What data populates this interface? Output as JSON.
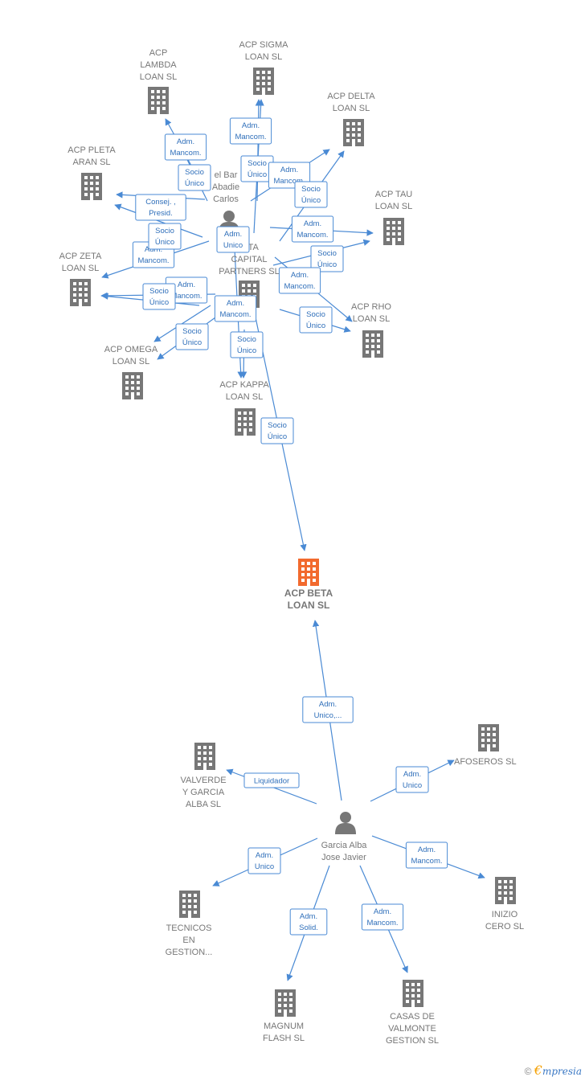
{
  "colors": {
    "edge": "#4a8ad4",
    "label_text": "#2f6fba",
    "node": "#777777",
    "main_node": "#f26a2e",
    "node_text": "#777777"
  },
  "nodes": [
    {
      "id": "beta",
      "label": [
        "ACP BETA",
        "LOAN  SL"
      ],
      "kind": "company",
      "main": true
    },
    {
      "id": "lambda",
      "label": [
        "ACP",
        "LAMBDA",
        "LOAN  SL"
      ],
      "kind": "company"
    },
    {
      "id": "sigma",
      "label": [
        "ACP SIGMA",
        "LOAN  SL"
      ],
      "kind": "company"
    },
    {
      "id": "delta",
      "label": [
        "ACP DELTA",
        "LOAN  SL"
      ],
      "kind": "company"
    },
    {
      "id": "pleta",
      "label": [
        "ACP PLETA",
        "ARAN  SL"
      ],
      "kind": "company"
    },
    {
      "id": "tau",
      "label": [
        "ACP TAU",
        "LOAN  SL"
      ],
      "kind": "company"
    },
    {
      "id": "zeta",
      "label": [
        "ACP ZETA",
        "LOAN  SL"
      ],
      "kind": "company"
    },
    {
      "id": "rho",
      "label": [
        "ACP RHO",
        "LOAN  SL"
      ],
      "kind": "company"
    },
    {
      "id": "omega",
      "label": [
        "ACP OMEGA",
        "LOAN  SL"
      ],
      "kind": "company"
    },
    {
      "id": "kappa",
      "label": [
        "ACP KAPPA",
        "LOAN  SL"
      ],
      "kind": "company"
    },
    {
      "id": "vista",
      "label": [
        "ISTA",
        "CAPITAL",
        "PARTNERS  SL"
      ],
      "kind": "company"
    },
    {
      "id": "bar",
      "label": [
        "el Bar",
        "Abadie",
        "Carlos"
      ],
      "kind": "person"
    },
    {
      "id": "garcia",
      "label": [
        "Garcia Alba",
        "Jose Javier"
      ],
      "kind": "person"
    },
    {
      "id": "valverde",
      "label": [
        "VALVERDE",
        "Y GARCIA",
        "ALBA SL"
      ],
      "kind": "company"
    },
    {
      "id": "afoseros",
      "label": [
        "AFOSEROS SL"
      ],
      "kind": "company"
    },
    {
      "id": "tecnicos",
      "label": [
        "TECNICOS",
        "EN",
        "GESTION..."
      ],
      "kind": "company"
    },
    {
      "id": "inizio",
      "label": [
        "INIZIO",
        "CERO  SL"
      ],
      "kind": "company"
    },
    {
      "id": "magnum",
      "label": [
        "MAGNUM",
        "FLASH SL"
      ],
      "kind": "company"
    },
    {
      "id": "casas",
      "label": [
        "CASAS DE",
        "VALMONTE",
        "GESTION  SL"
      ],
      "kind": "company"
    }
  ],
  "edge_labels": [
    [
      "Adm.",
      "Mancom."
    ],
    [
      "Socio",
      "Único"
    ],
    [
      "Adm.",
      "Mancom."
    ],
    [
      "Socio",
      "Único"
    ],
    [
      "Adm.",
      "Mancom."
    ],
    [
      "Socio",
      "Único"
    ],
    [
      "Consej. ,",
      "Presid."
    ],
    [
      "Adm.",
      "Mancom."
    ],
    [
      "Socio",
      "Único"
    ],
    [
      "Adm.",
      "Unico"
    ],
    [
      "Adm.",
      "Mancom."
    ],
    [
      "Socio",
      "Único"
    ],
    [
      "Adm.",
      "Mancom."
    ],
    [
      "Socio",
      "Único"
    ],
    [
      "Adm.",
      "Mancom."
    ],
    [
      "Adm.",
      "Mancom."
    ],
    [
      "Socio",
      "Único"
    ],
    [
      "Socio",
      "Único"
    ],
    [
      "Socio",
      "Único"
    ],
    [
      "Socio",
      "Único"
    ],
    [
      "Adm.",
      "Unico,..."
    ],
    [
      "Liquidador"
    ],
    [
      "Adm.",
      "Unico"
    ],
    [
      "Adm.",
      "Unico"
    ],
    [
      "Adm.",
      "Mancom."
    ],
    [
      "Adm.",
      "Solid."
    ],
    [
      "Adm.",
      "Mancom."
    ]
  ],
  "brand": {
    "copyright": "©",
    "first": "€",
    "rest": "mpresia"
  }
}
